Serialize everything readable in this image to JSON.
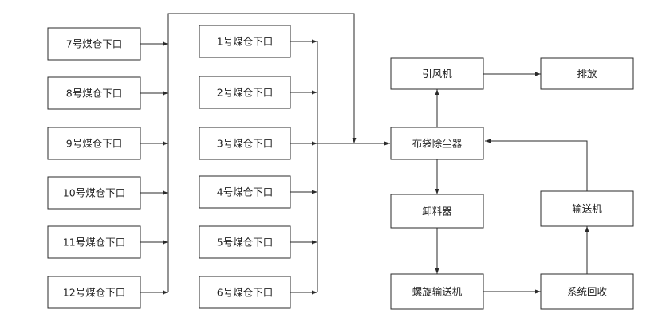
{
  "colors": {
    "line": "#2a2a2a",
    "text": "#222222",
    "background": "#ffffff"
  },
  "nodes": {
    "bin_7": "7号煤仓下口",
    "bin_8": "8号煤仓下口",
    "bin_9": "9号煤仓下口",
    "bin_10": "10号煤仓下口",
    "bin_11": "11号煤仓下口",
    "bin_12": "12号煤仓下口",
    "bin_1": "1号煤仓下口",
    "bin_2": "2号煤仓下口",
    "bin_3": "3号煤仓下口",
    "bin_4": "4号煤仓下口",
    "bin_5": "5号煤仓下口",
    "bin_6": "6号煤仓下口",
    "induced_fan": "引风机",
    "exhaust": "排放",
    "bag_filter": "布袋除尘器",
    "unloader": "卸料器",
    "conveyor": "输送机",
    "screw_conveyor": "螺旋输送机",
    "recovery": "系统回收"
  }
}
